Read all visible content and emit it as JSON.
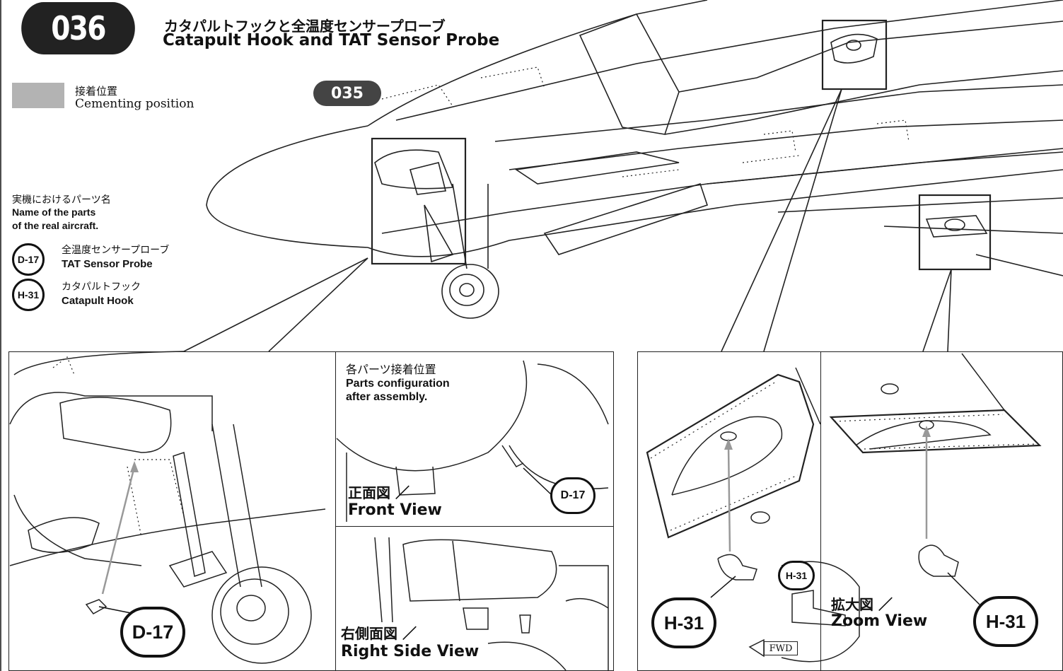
{
  "header": {
    "step_number": "036",
    "title_jp": "カタパルトフックと全温度センサープローブ",
    "title_en": "Catapult Hook and TAT Sensor Probe"
  },
  "cementing": {
    "label_jp": "接着位置",
    "label_en": "Cementing position",
    "swatch_color": "#b3b3b3"
  },
  "parts_names": {
    "heading_jp": "実機におけるパーツ名",
    "heading_en_line1": "Name of the parts",
    "heading_en_line2": "of the real aircraft.",
    "items": [
      {
        "code": "D-17",
        "name_jp": "全温度センサープローブ",
        "name_en": "TAT Sensor Probe"
      },
      {
        "code": "H-31",
        "name_jp": "カタパルトフック",
        "name_en": "Catapult Hook"
      }
    ]
  },
  "previous_step": "035",
  "views": {
    "config_jp": "各パーツ接着位置",
    "config_en_line1": "Parts configuration",
    "config_en_line2": "after assembly.",
    "front_jp": "正面図 ／",
    "front_en": "Front View",
    "side_jp": "右側面図 ／",
    "side_en": "Right Side View",
    "zoom_jp": "拡大図 ／",
    "zoom_en": "Zoom View",
    "fwd": "FWD"
  },
  "callouts": {
    "d17_small": "D-17",
    "d17_large": "D-17",
    "h31_left": "H-31",
    "h31_right": "H-31",
    "h31_zoom": "H-31"
  },
  "colors": {
    "ink": "#111111",
    "badge": "#222222",
    "prev_badge": "#444444",
    "arrow": "#999999"
  }
}
